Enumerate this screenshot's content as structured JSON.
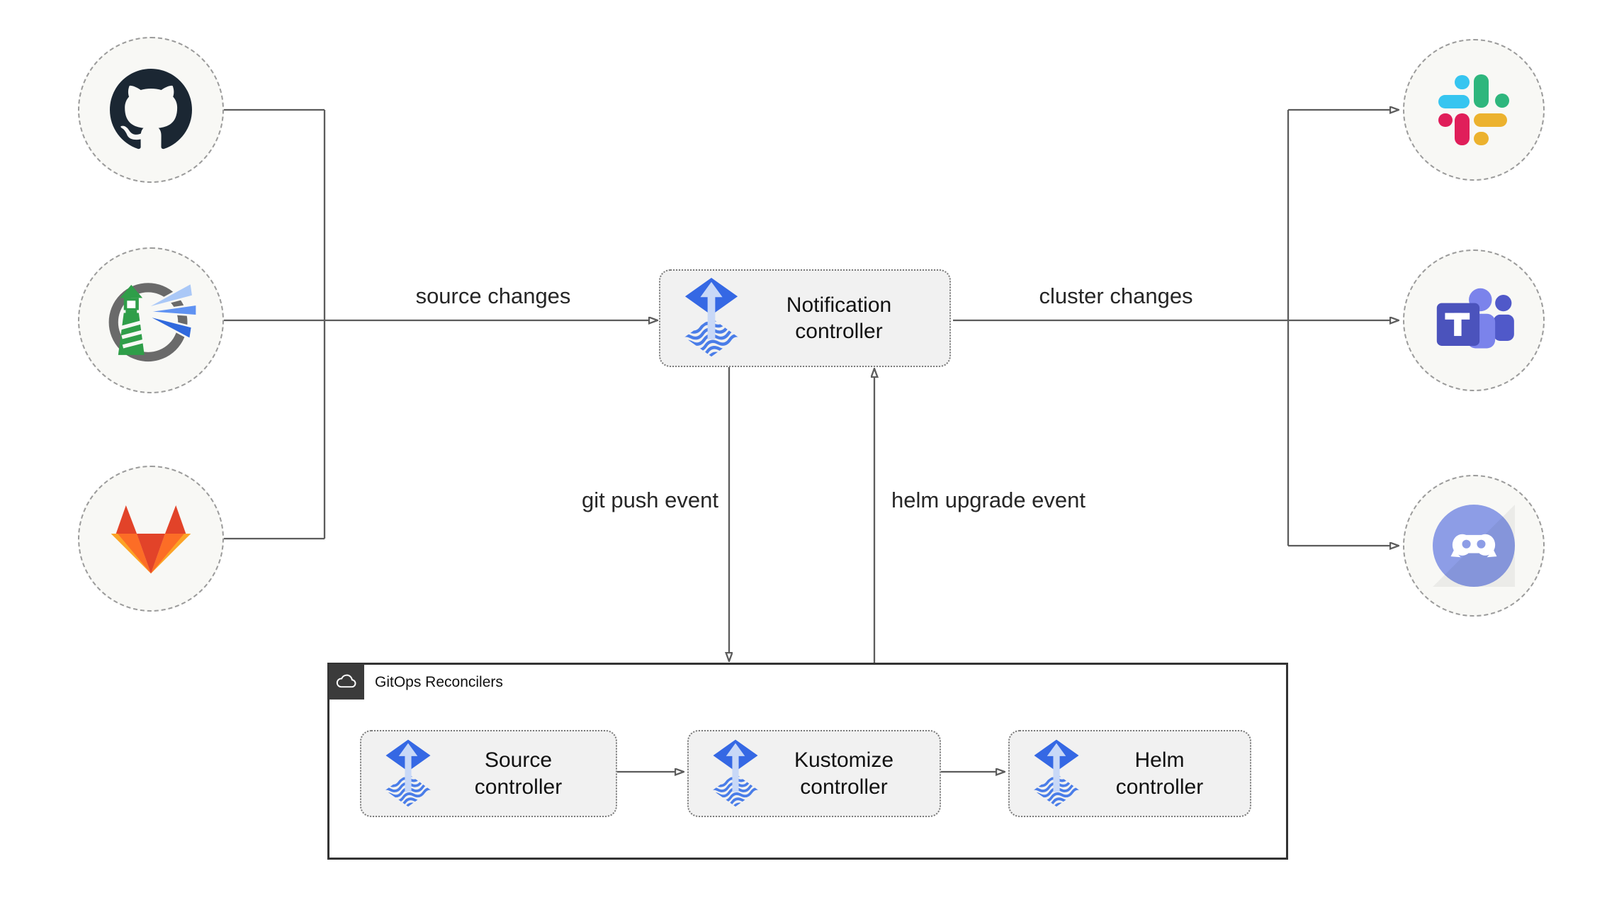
{
  "diagram": {
    "kind": "flux-notification-flowchart"
  },
  "nodes": {
    "notification_controller": {
      "label": "Notification\ncontroller",
      "icon": "flux-icon"
    },
    "source_controller": {
      "label": "Source\ncontroller",
      "icon": "flux-icon"
    },
    "kustomize_controller": {
      "label": "Kustomize\ncontroller",
      "icon": "flux-icon"
    },
    "helm_controller": {
      "label": "Helm\ncontroller",
      "icon": "flux-icon"
    }
  },
  "container": {
    "title": "GitOps Reconcilers",
    "icon": "cloud-icon"
  },
  "edge_labels": {
    "source_changes": "source changes",
    "cluster_changes": "cluster changes",
    "git_push_event": "git push event",
    "helm_upgrade_event": "helm upgrade event"
  },
  "source_icons": [
    {
      "name": "github-icon"
    },
    {
      "name": "harbor-icon"
    },
    {
      "name": "gitlab-icon"
    }
  ],
  "target_icons": [
    {
      "name": "slack-icon"
    },
    {
      "name": "teams-icon"
    },
    {
      "name": "discord-icon"
    }
  ],
  "colors": {
    "line": "#5c5c5c",
    "node_fill": "#f1f1f1",
    "node_border": "#7a7a7a",
    "circle_fill": "#f8f8f5",
    "circle_border": "#9b9b9b",
    "container_border": "#333333",
    "badge_bg": "#3b3b3b",
    "flux_blue": "#3568e4",
    "flux_arrow": "#c8d8f7",
    "github_dark": "#1b2733",
    "gitlab_red": "#e24329",
    "gitlab_orange": "#fc6d26",
    "gitlab_yellow": "#fca326",
    "harbor_green": "#2f9e49",
    "slack_blue": "#36C5F0",
    "slack_green": "#2EB67D",
    "slack_yellow": "#ECB22E",
    "slack_red": "#E01E5A",
    "teams_purple": "#4b53bc",
    "discord_blurple": "#8d9de6"
  }
}
